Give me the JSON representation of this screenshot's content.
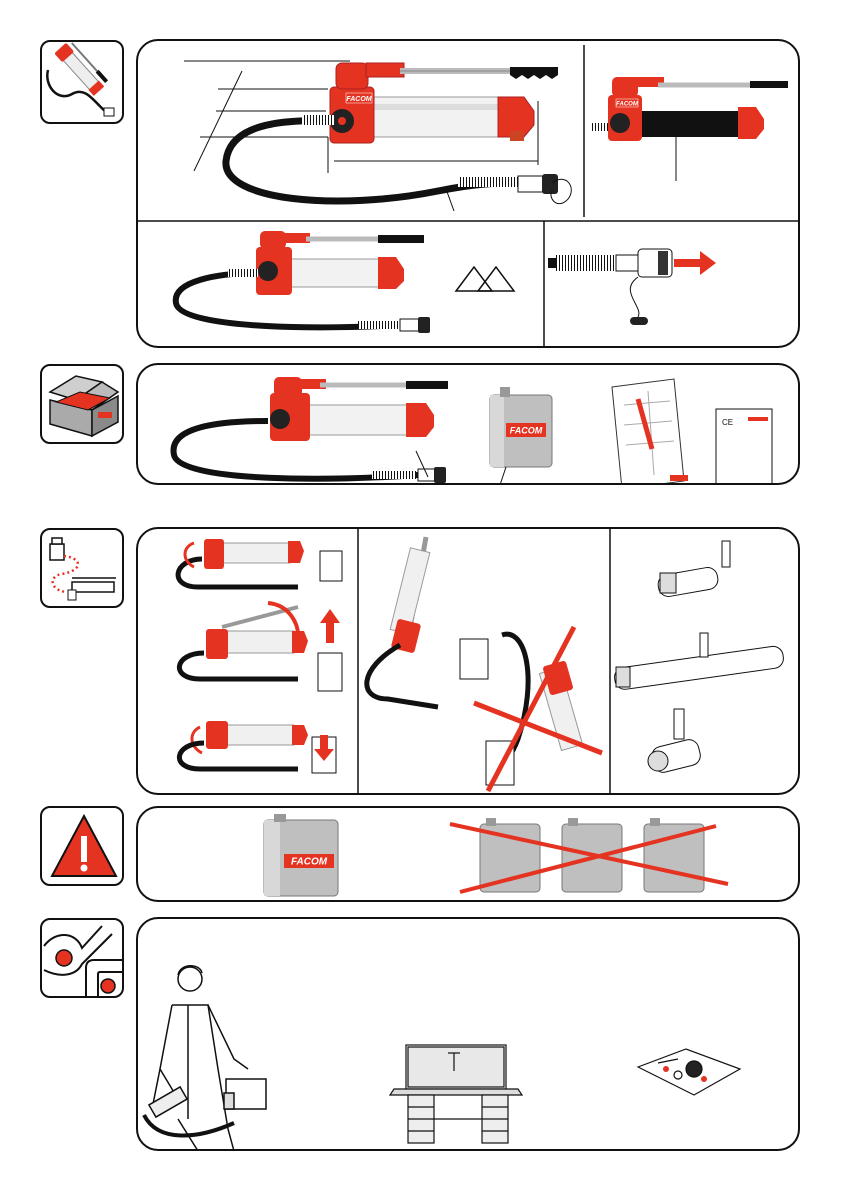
{
  "brand": {
    "name": "FACOM",
    "short": "F",
    "color": "#e53322",
    "dark": "#111111",
    "grey": "#9a9a9a"
  },
  "document": {
    "ce_mark": "CE",
    "sections": [
      {
        "id": "pump-overview",
        "icon": "hydraulic-pump-icon"
      },
      {
        "id": "box-contents",
        "icon": "open-toolbox-icon"
      },
      {
        "id": "connection",
        "icon": "connection-diagram-icon"
      },
      {
        "id": "oil-warning",
        "icon": "warning-triangle-icon"
      },
      {
        "id": "maintenance",
        "icon": "wrench-hex-key-icon"
      }
    ]
  }
}
